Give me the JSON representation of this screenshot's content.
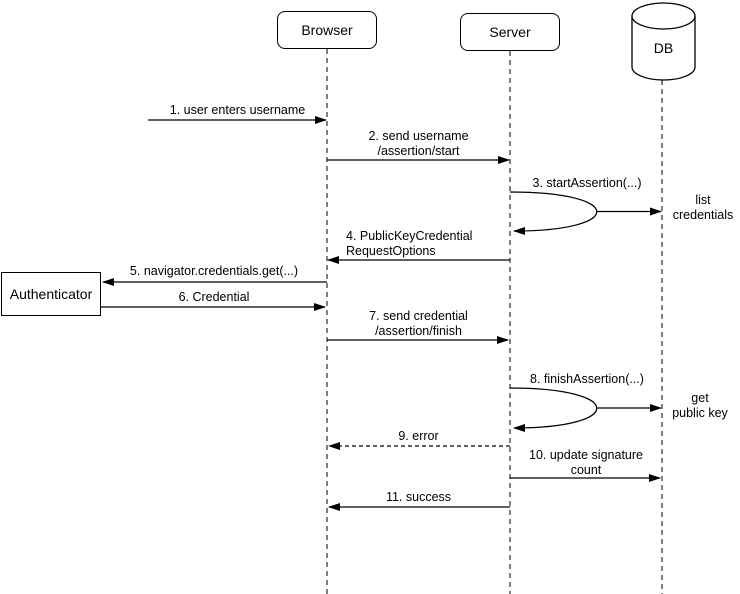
{
  "diagram_type": "sequence",
  "colors": {
    "stroke": "#000000",
    "background": "#ffffff",
    "text": "#000000"
  },
  "actors": {
    "browser": {
      "label": "Browser",
      "shape": "rounded-rect"
    },
    "server": {
      "label": "Server",
      "shape": "rounded-rect"
    },
    "db": {
      "label": "DB",
      "shape": "cylinder"
    },
    "authenticator": {
      "label": "Authenticator",
      "shape": "rect"
    }
  },
  "messages": {
    "m1": {
      "label": "1. user enters username",
      "from": "user",
      "to": "browser",
      "style": "solid"
    },
    "m2": {
      "label": "2. send username\n/assertion/start",
      "from": "browser",
      "to": "server",
      "style": "solid"
    },
    "m3": {
      "label": "3. startAssertion(...)",
      "from": "server",
      "to": "db",
      "style": "self-call-arc"
    },
    "m4": {
      "label": "4. PublicKeyCredential\nRequestOptions",
      "from": "server",
      "to": "browser",
      "style": "solid"
    },
    "m5": {
      "label": "5. navigator.credentials.get(...)",
      "from": "browser",
      "to": "authenticator",
      "style": "solid"
    },
    "m6": {
      "label": "6. Credential",
      "from": "authenticator",
      "to": "browser",
      "style": "solid"
    },
    "m7": {
      "label": "7. send credential\n/assertion/finish",
      "from": "browser",
      "to": "server",
      "style": "solid"
    },
    "m8": {
      "label": "8. finishAssertion(...)",
      "from": "server",
      "to": "db",
      "style": "self-call-arc"
    },
    "m9": {
      "label": "9. error",
      "from": "server",
      "to": "browser",
      "style": "dashed"
    },
    "m10": {
      "label": "10. update signature\ncount",
      "from": "server",
      "to": "db",
      "style": "solid"
    },
    "m11": {
      "label": "11. success",
      "from": "server",
      "to": "browser",
      "style": "solid"
    }
  },
  "annotations": {
    "list_credentials": {
      "label": "list\ncredentials",
      "near": "db"
    },
    "get_public_key": {
      "label": "get\npublic key",
      "near": "db"
    }
  }
}
